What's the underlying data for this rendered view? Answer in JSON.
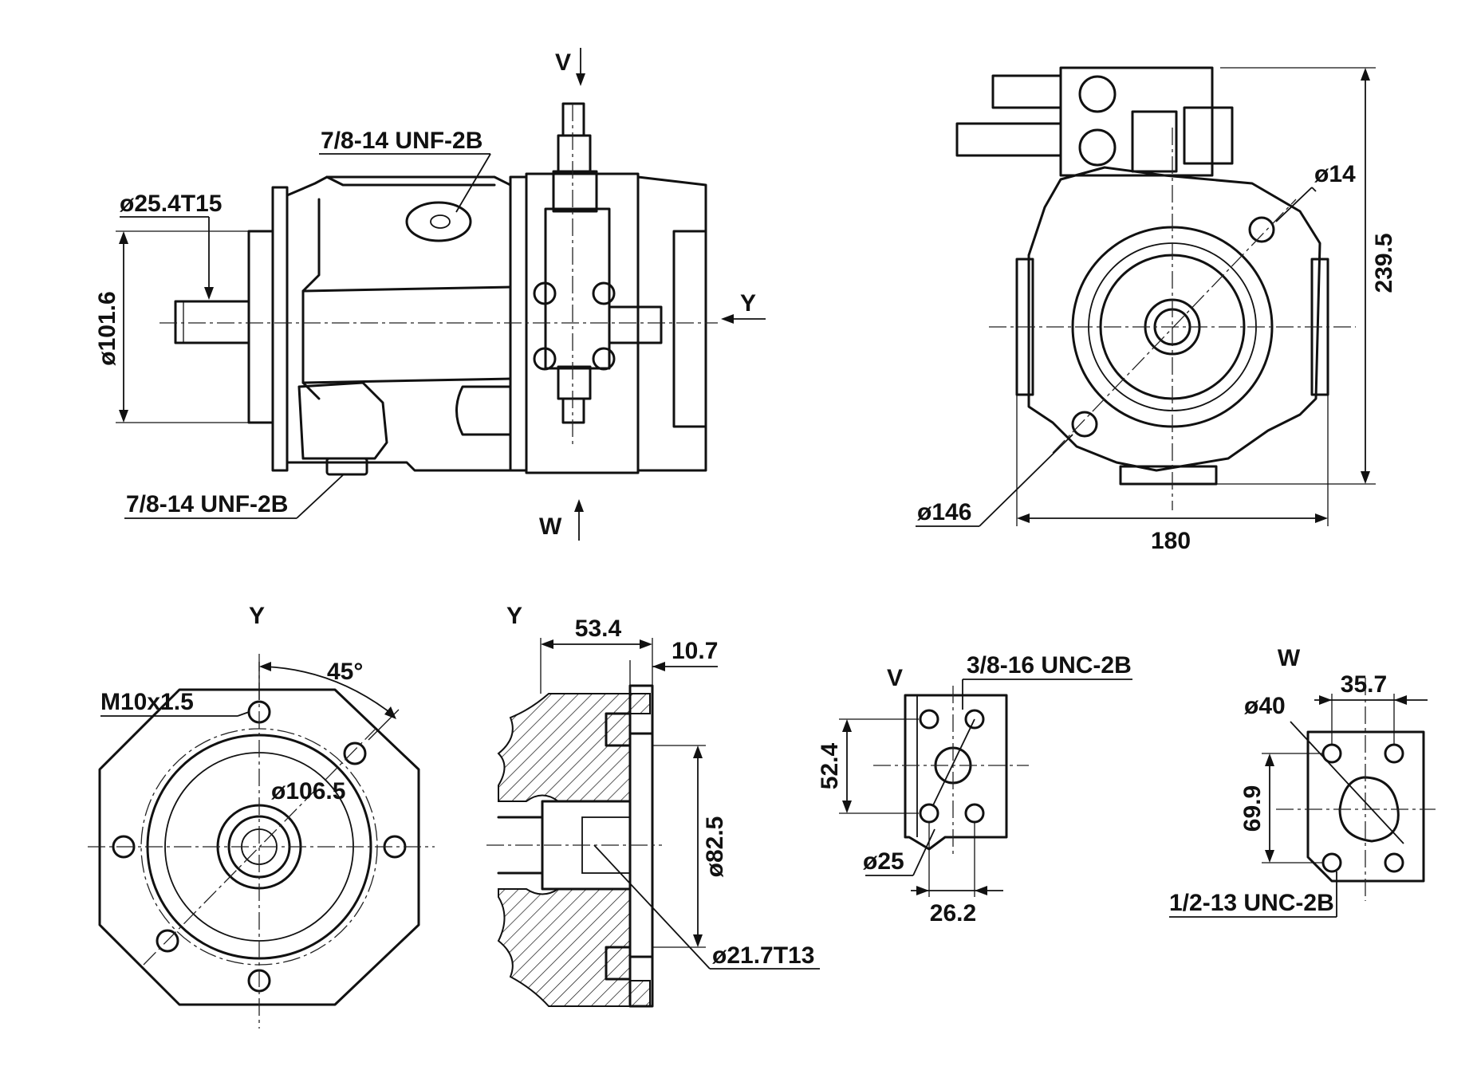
{
  "drawing": {
    "views": {
      "side": {
        "label_v": "V",
        "label_w": "W",
        "label_y": "Y",
        "port_top": "7/8-14 UNF-2B",
        "port_bottom": "7/8-14 UNF-2B",
        "shaft_spline": "ø25.4T15",
        "pilot_diameter": "ø101.6"
      },
      "end": {
        "mount_hole": "ø14",
        "height": "239.5",
        "bolt_circle": "ø146",
        "width": "180"
      },
      "flange_y": {
        "title": "Y",
        "thread": "M10x1.5",
        "angle": "45°",
        "bolt_circle": "ø106.5"
      },
      "section_y": {
        "title": "Y",
        "depth": "53.4",
        "step": "10.7",
        "pilot": "ø82.5",
        "spline": "ø21.7T13"
      },
      "port_v": {
        "title": "V",
        "thread": "3/8-16 UNC-2B",
        "height": "52.4",
        "bore": "ø25",
        "spacing": "26.2"
      },
      "port_w": {
        "title": "W",
        "spacing_x": "35.7",
        "bore": "ø40",
        "spacing_y": "69.9",
        "thread": "1/2-13 UNC-2B"
      }
    }
  }
}
